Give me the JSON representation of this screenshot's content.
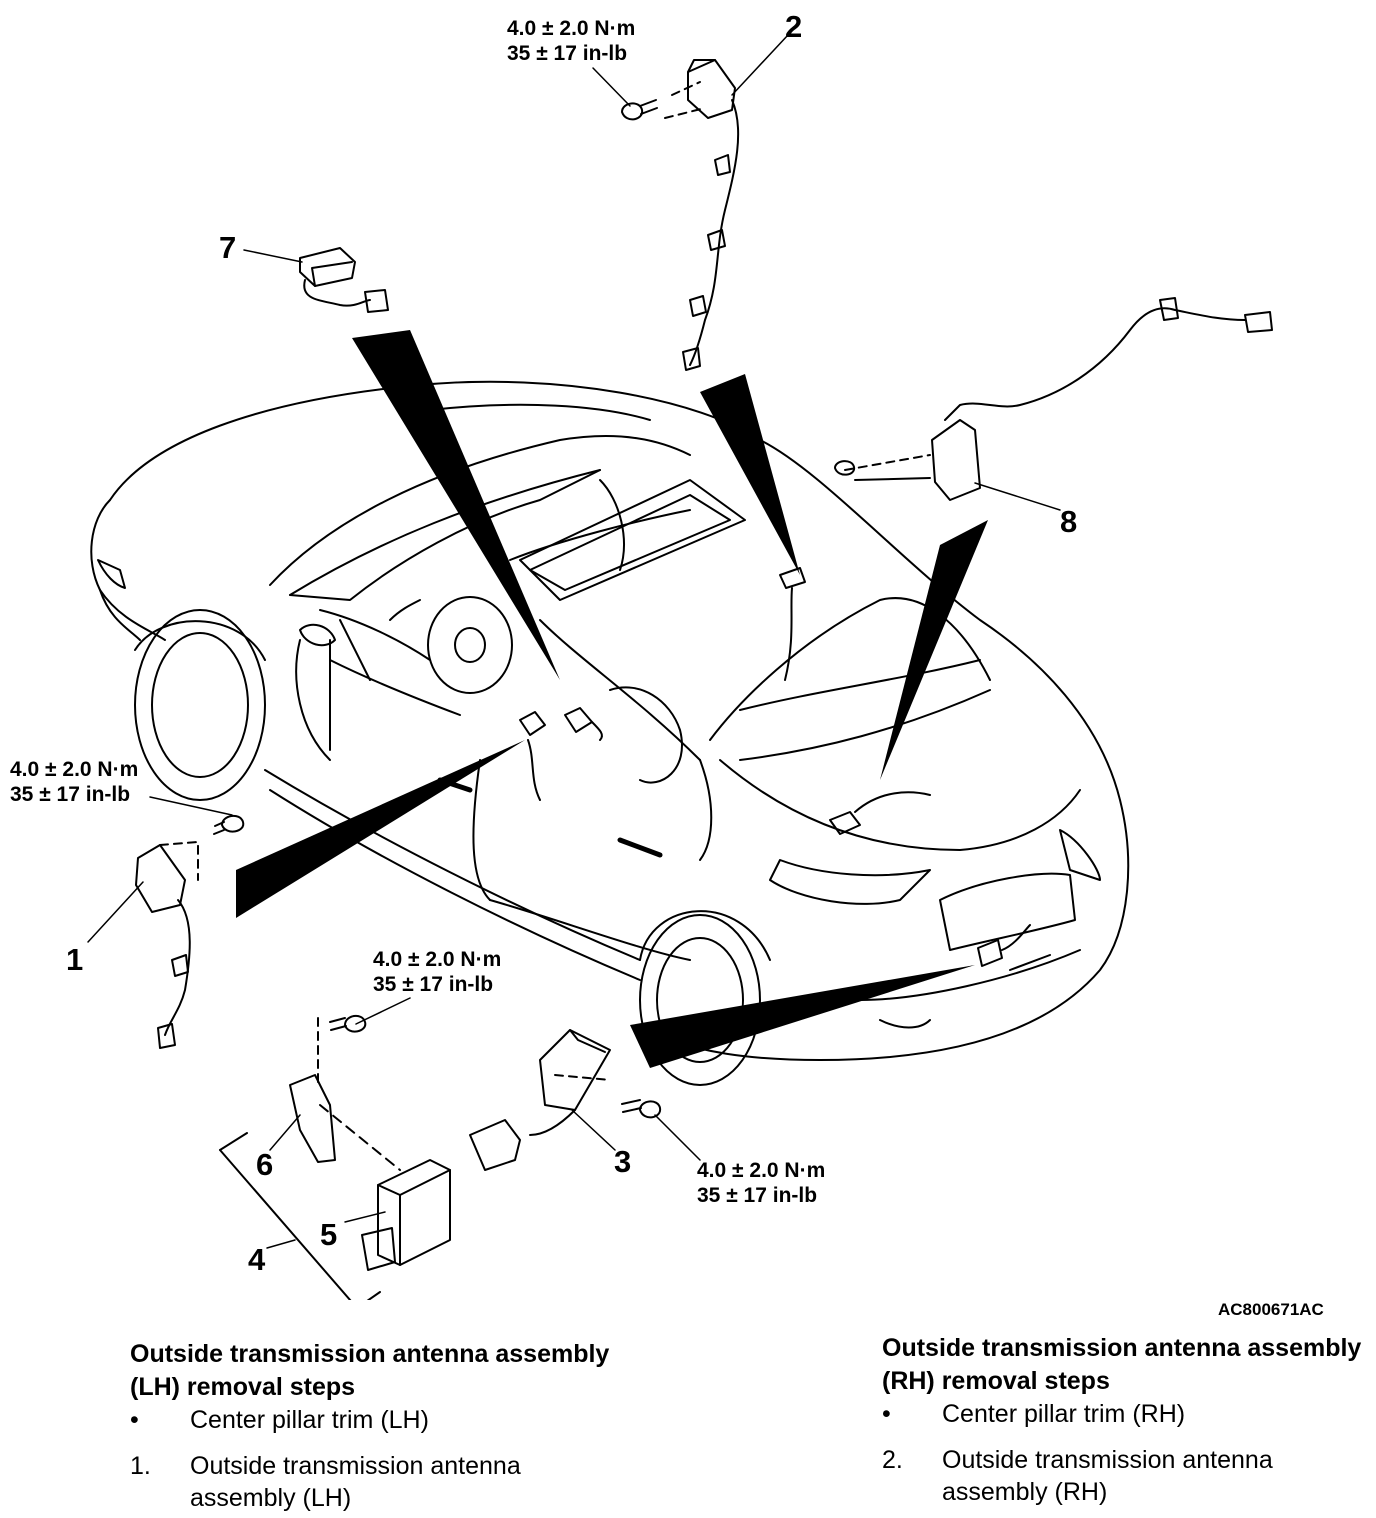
{
  "figure_id": "AC800671AC",
  "callouts": [
    "1",
    "2",
    "3",
    "4",
    "5",
    "6",
    "7",
    "8"
  ],
  "torque": {
    "line1": "4.0 ± 2.0 N·m",
    "line2": "35 ± 17 in-lb"
  },
  "procedures": {
    "lh": {
      "title": "Outside transmission antenna assembly (LH) removal steps",
      "steps": [
        {
          "marker": "•",
          "text": "Center pillar trim (LH)"
        },
        {
          "marker": "1.",
          "text": "Outside transmission antenna assembly (LH)"
        }
      ]
    },
    "rh": {
      "title": "Outside transmission antenna assembly (RH) removal steps",
      "steps": [
        {
          "marker": "•",
          "text": "Center pillar trim (RH)"
        },
        {
          "marker": "2.",
          "text": "Outside transmission antenna assembly (RH)"
        }
      ]
    }
  }
}
